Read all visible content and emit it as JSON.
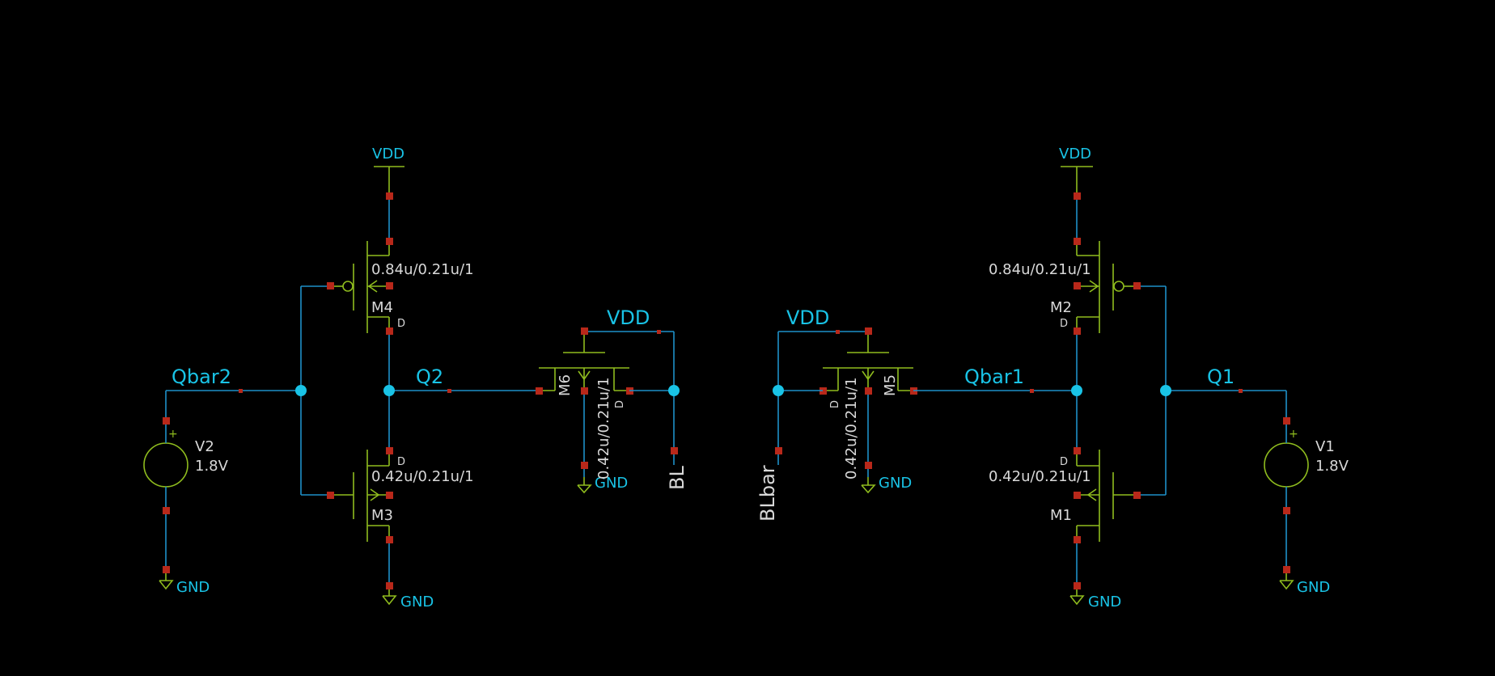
{
  "schematic": {
    "power_label": "VDD",
    "ground_label": "GND",
    "drain_marker": "D",
    "plus_marker": "+",
    "nets": {
      "qbar2": "Qbar2",
      "q2": "Q2",
      "qbar1": "Qbar1",
      "q1": "Q1",
      "bl": "BL",
      "blbar": "BLbar"
    },
    "devices": {
      "m1": {
        "name": "M1",
        "size": "0.42u/0.21u/1"
      },
      "m2": {
        "name": "M2",
        "size": "0.84u/0.21u/1"
      },
      "m3": {
        "name": "M3",
        "size": "0.42u/0.21u/1"
      },
      "m4": {
        "name": "M4",
        "size": "0.84u/0.21u/1"
      },
      "m5": {
        "name": "M5",
        "size": "0.42u/0.21u/1"
      },
      "m6": {
        "name": "M6",
        "size": "0.42u/0.21u/1"
      },
      "v1": {
        "name": "V1",
        "value": "1.8V"
      },
      "v2": {
        "name": "V2",
        "value": "1.8V"
      }
    },
    "colors": {
      "background": "#000000",
      "wire": "#1e90c8",
      "symbol": "#8fbc1e",
      "pin": "#b8281a",
      "junction": "#19c3e6",
      "net_label": "#19c3e6",
      "device_label": "#d8d8d8"
    }
  }
}
